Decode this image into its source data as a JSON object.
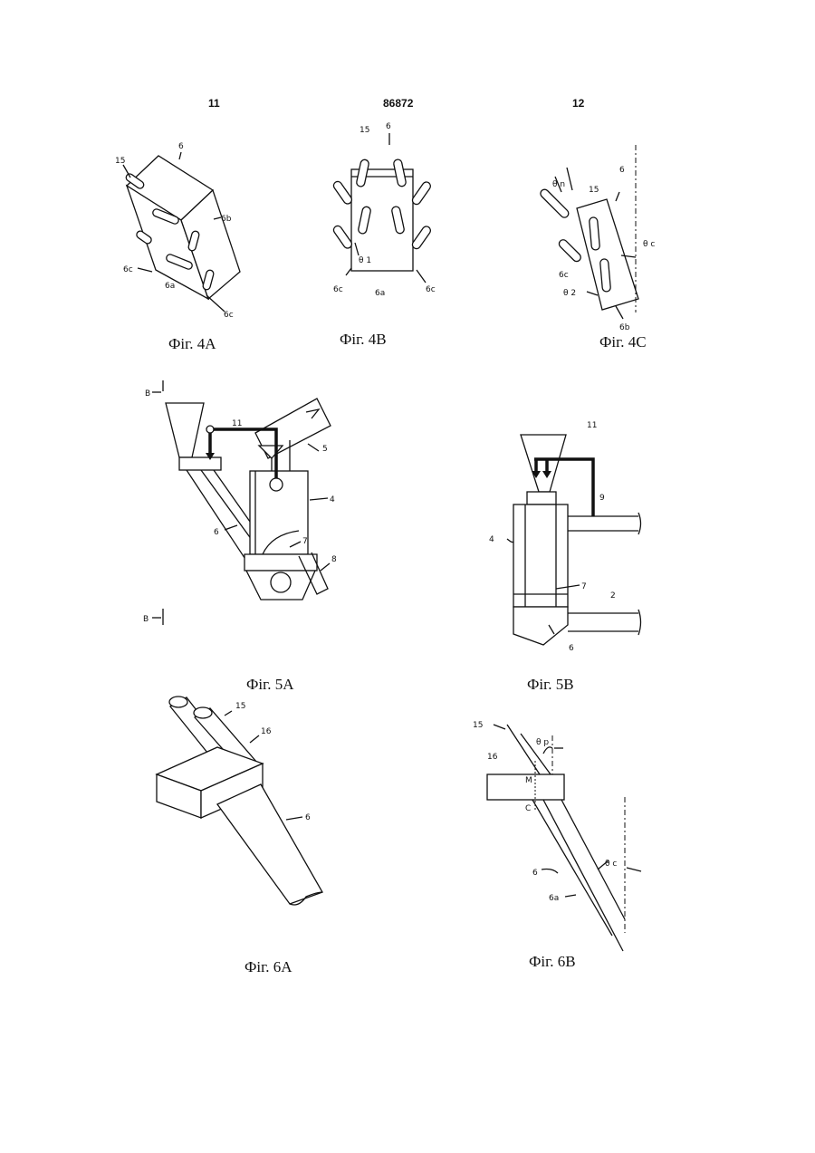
{
  "header": {
    "left_page": "11",
    "center_id": "86872",
    "right_page": "12"
  },
  "captions": {
    "fig4a": "Фіг. 4A",
    "fig4b": "Фіг. 4B",
    "fig4c": "Фіг. 4C",
    "fig5a": "Фіг. 5A",
    "fig5b": "Фіг. 5B",
    "fig6a": "Фіг. 6A",
    "fig6b": "Фіг. 6B"
  },
  "labels": {
    "fig4a": {
      "r15": "15",
      "r6": "6",
      "r6b": "6b",
      "r6c_left": "6c",
      "r6a": "6a",
      "r6c_right": "6c"
    },
    "fig4b": {
      "r15": "15",
      "r6": "6",
      "theta1": "θ 1",
      "r6c_left": "6c",
      "r6a": "6a",
      "r6c_right": "6c"
    },
    "fig4c": {
      "theta_n": "θ n",
      "r15": "15",
      "r6": "6",
      "theta_c": "θ c",
      "r6c": "6c",
      "theta2": "θ 2",
      "r6b": "6b"
    },
    "fig5a": {
      "b_top": "B",
      "r11": "11",
      "r5": "5",
      "r4": "4",
      "r6": "6",
      "r7": "7",
      "r8": "8",
      "b_bottom": "B"
    },
    "fig5b": {
      "r11": "11",
      "r9": "9",
      "r4": "4",
      "r7": "7",
      "r2": "2",
      "r6": "6"
    },
    "fig6a": {
      "r15": "15",
      "r16": "16",
      "r6": "6"
    },
    "fig6b": {
      "r15": "15",
      "theta_p": "θ p",
      "r16": "16",
      "m": "M",
      "c": "C",
      "theta_c": "θ c",
      "r6": "6",
      "r6a": "6a"
    }
  }
}
